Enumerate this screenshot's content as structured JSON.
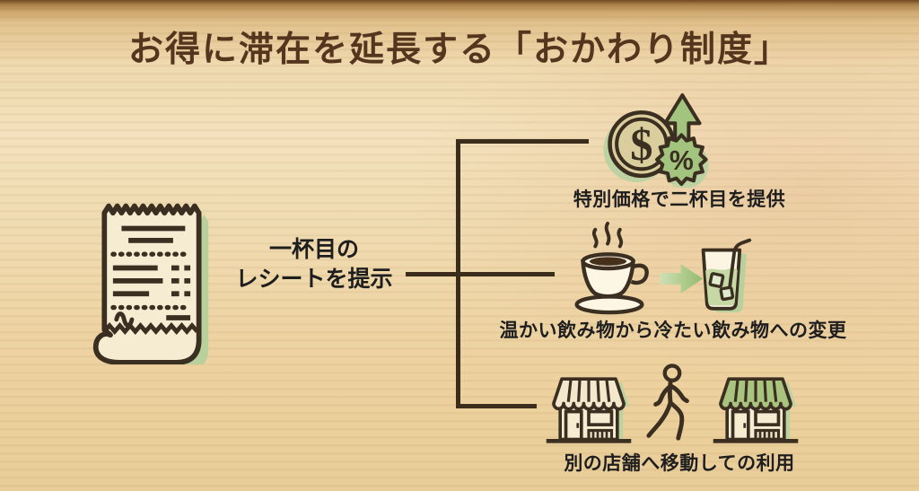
{
  "title": "お得に滞在を延長する「おかわり制度」",
  "source": {
    "icon": "receipt-icon",
    "label_line1": "一杯目の",
    "label_line2": "レシートを提示"
  },
  "branches": [
    {
      "caption": "特別価格で二杯目を提供",
      "icons": [
        "dollar-coin-icon",
        "price-up-arrow-icon",
        "percent-badge-icon"
      ],
      "dollar_symbol": "$",
      "percent_symbol": "%"
    },
    {
      "caption": "温かい飲み物から冷たい飲み物への変更",
      "icons": [
        "hot-coffee-icon",
        "arrow-right-icon",
        "iced-drink-icon"
      ]
    },
    {
      "caption": "別の店舗へ移動しての利用",
      "icons": [
        "storefront-icon",
        "walking-person-icon",
        "storefront-icon"
      ]
    }
  ],
  "colors": {
    "background_wood": "#eed7ac",
    "outline_dark": "#3a2f20",
    "accent_green": "#a3c47e",
    "shadow_green": "#bdd2a2",
    "paper_cream": "#f6ecd2",
    "title_brown": "#54361e",
    "text_dark": "#1e1e1e",
    "connector_brown": "#3a2d1b"
  }
}
